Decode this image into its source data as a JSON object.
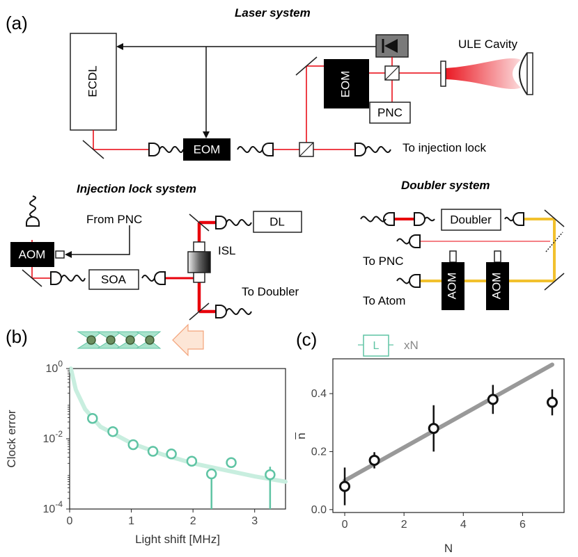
{
  "panels": {
    "a": "(a)",
    "b": "(b)",
    "c": "(c)"
  },
  "laser": {
    "title": "Laser system",
    "ecdl": "ECDL",
    "eom_main": "EOM",
    "eom_cavity": "EOM",
    "pnc": "PNC",
    "ule": "ULE Cavity",
    "to_injection": "To injection lock"
  },
  "injection": {
    "title": "Injection lock system",
    "aom": "AOM",
    "from_pnc": "From PNC",
    "soa": "SOA",
    "isl": "ISL",
    "dl": "DL",
    "to_doubler": "To Doubler"
  },
  "doubler": {
    "title": "Doubler system",
    "doubler": "Doubler",
    "to_pnc": "To PNC",
    "to_atom": "To Atom",
    "aom1": "AOM",
    "aom2": "AOM"
  },
  "inset_c": {
    "box": "L",
    "mult": "xN"
  },
  "colors": {
    "green": "#5fc4a4",
    "green_light": "#c8eedf",
    "red": "#e8000b",
    "gold": "#f2c12e",
    "fit_gray": "#999999"
  },
  "chart_data": [
    {
      "panel": "b",
      "type": "scatter",
      "xlabel": "Light shift [MHz]",
      "ylabel": "Clock error",
      "xlim": [
        0,
        3.5
      ],
      "ylim": [
        0.0001,
        1
      ],
      "yscale": "log",
      "xticks": [
        "0",
        "1",
        "2",
        "3"
      ],
      "yticks": [
        "10^0",
        "10^-2",
        "10^-4"
      ],
      "points": [
        {
          "x": 0.37,
          "y": 0.038
        },
        {
          "x": 0.7,
          "y": 0.016
        },
        {
          "x": 1.03,
          "y": 0.0068
        },
        {
          "x": 1.35,
          "y": 0.0044
        },
        {
          "x": 1.65,
          "y": 0.0037
        },
        {
          "x": 1.98,
          "y": 0.0023
        },
        {
          "x": 2.3,
          "y": 0.001,
          "ylow": 9e-05
        },
        {
          "x": 2.62,
          "y": 0.0021
        },
        {
          "x": 3.25,
          "y": 0.00095,
          "ylow": 8e-05,
          "yhigh": 0.0016
        }
      ],
      "fit": {
        "x": [
          0.02,
          0.1,
          0.25,
          0.5,
          1,
          1.5,
          2,
          2.5,
          3,
          3.5
        ],
        "y": [
          1,
          0.25,
          0.07,
          0.022,
          0.0075,
          0.0036,
          0.002,
          0.0013,
          0.00085,
          0.0006
        ]
      }
    },
    {
      "panel": "c",
      "type": "scatter",
      "xlabel": "N",
      "ylabel": "n̅",
      "xlim": [
        -0.4,
        7.4
      ],
      "ylim": [
        -0.01,
        0.52
      ],
      "xticks": [
        "0",
        "2",
        "4",
        "6"
      ],
      "yticks": [
        "0.0",
        "0.2",
        "0.4"
      ],
      "points": [
        {
          "x": 0,
          "y": 0.08,
          "err": 0.065
        },
        {
          "x": 1,
          "y": 0.17,
          "err": 0.028
        },
        {
          "x": 3,
          "y": 0.28,
          "err": 0.08
        },
        {
          "x": 5,
          "y": 0.38,
          "err": 0.05
        },
        {
          "x": 7,
          "y": 0.37,
          "err": 0.045
        }
      ],
      "fit": {
        "x": [
          0,
          7
        ],
        "y": [
          0.1,
          0.5
        ]
      }
    }
  ]
}
